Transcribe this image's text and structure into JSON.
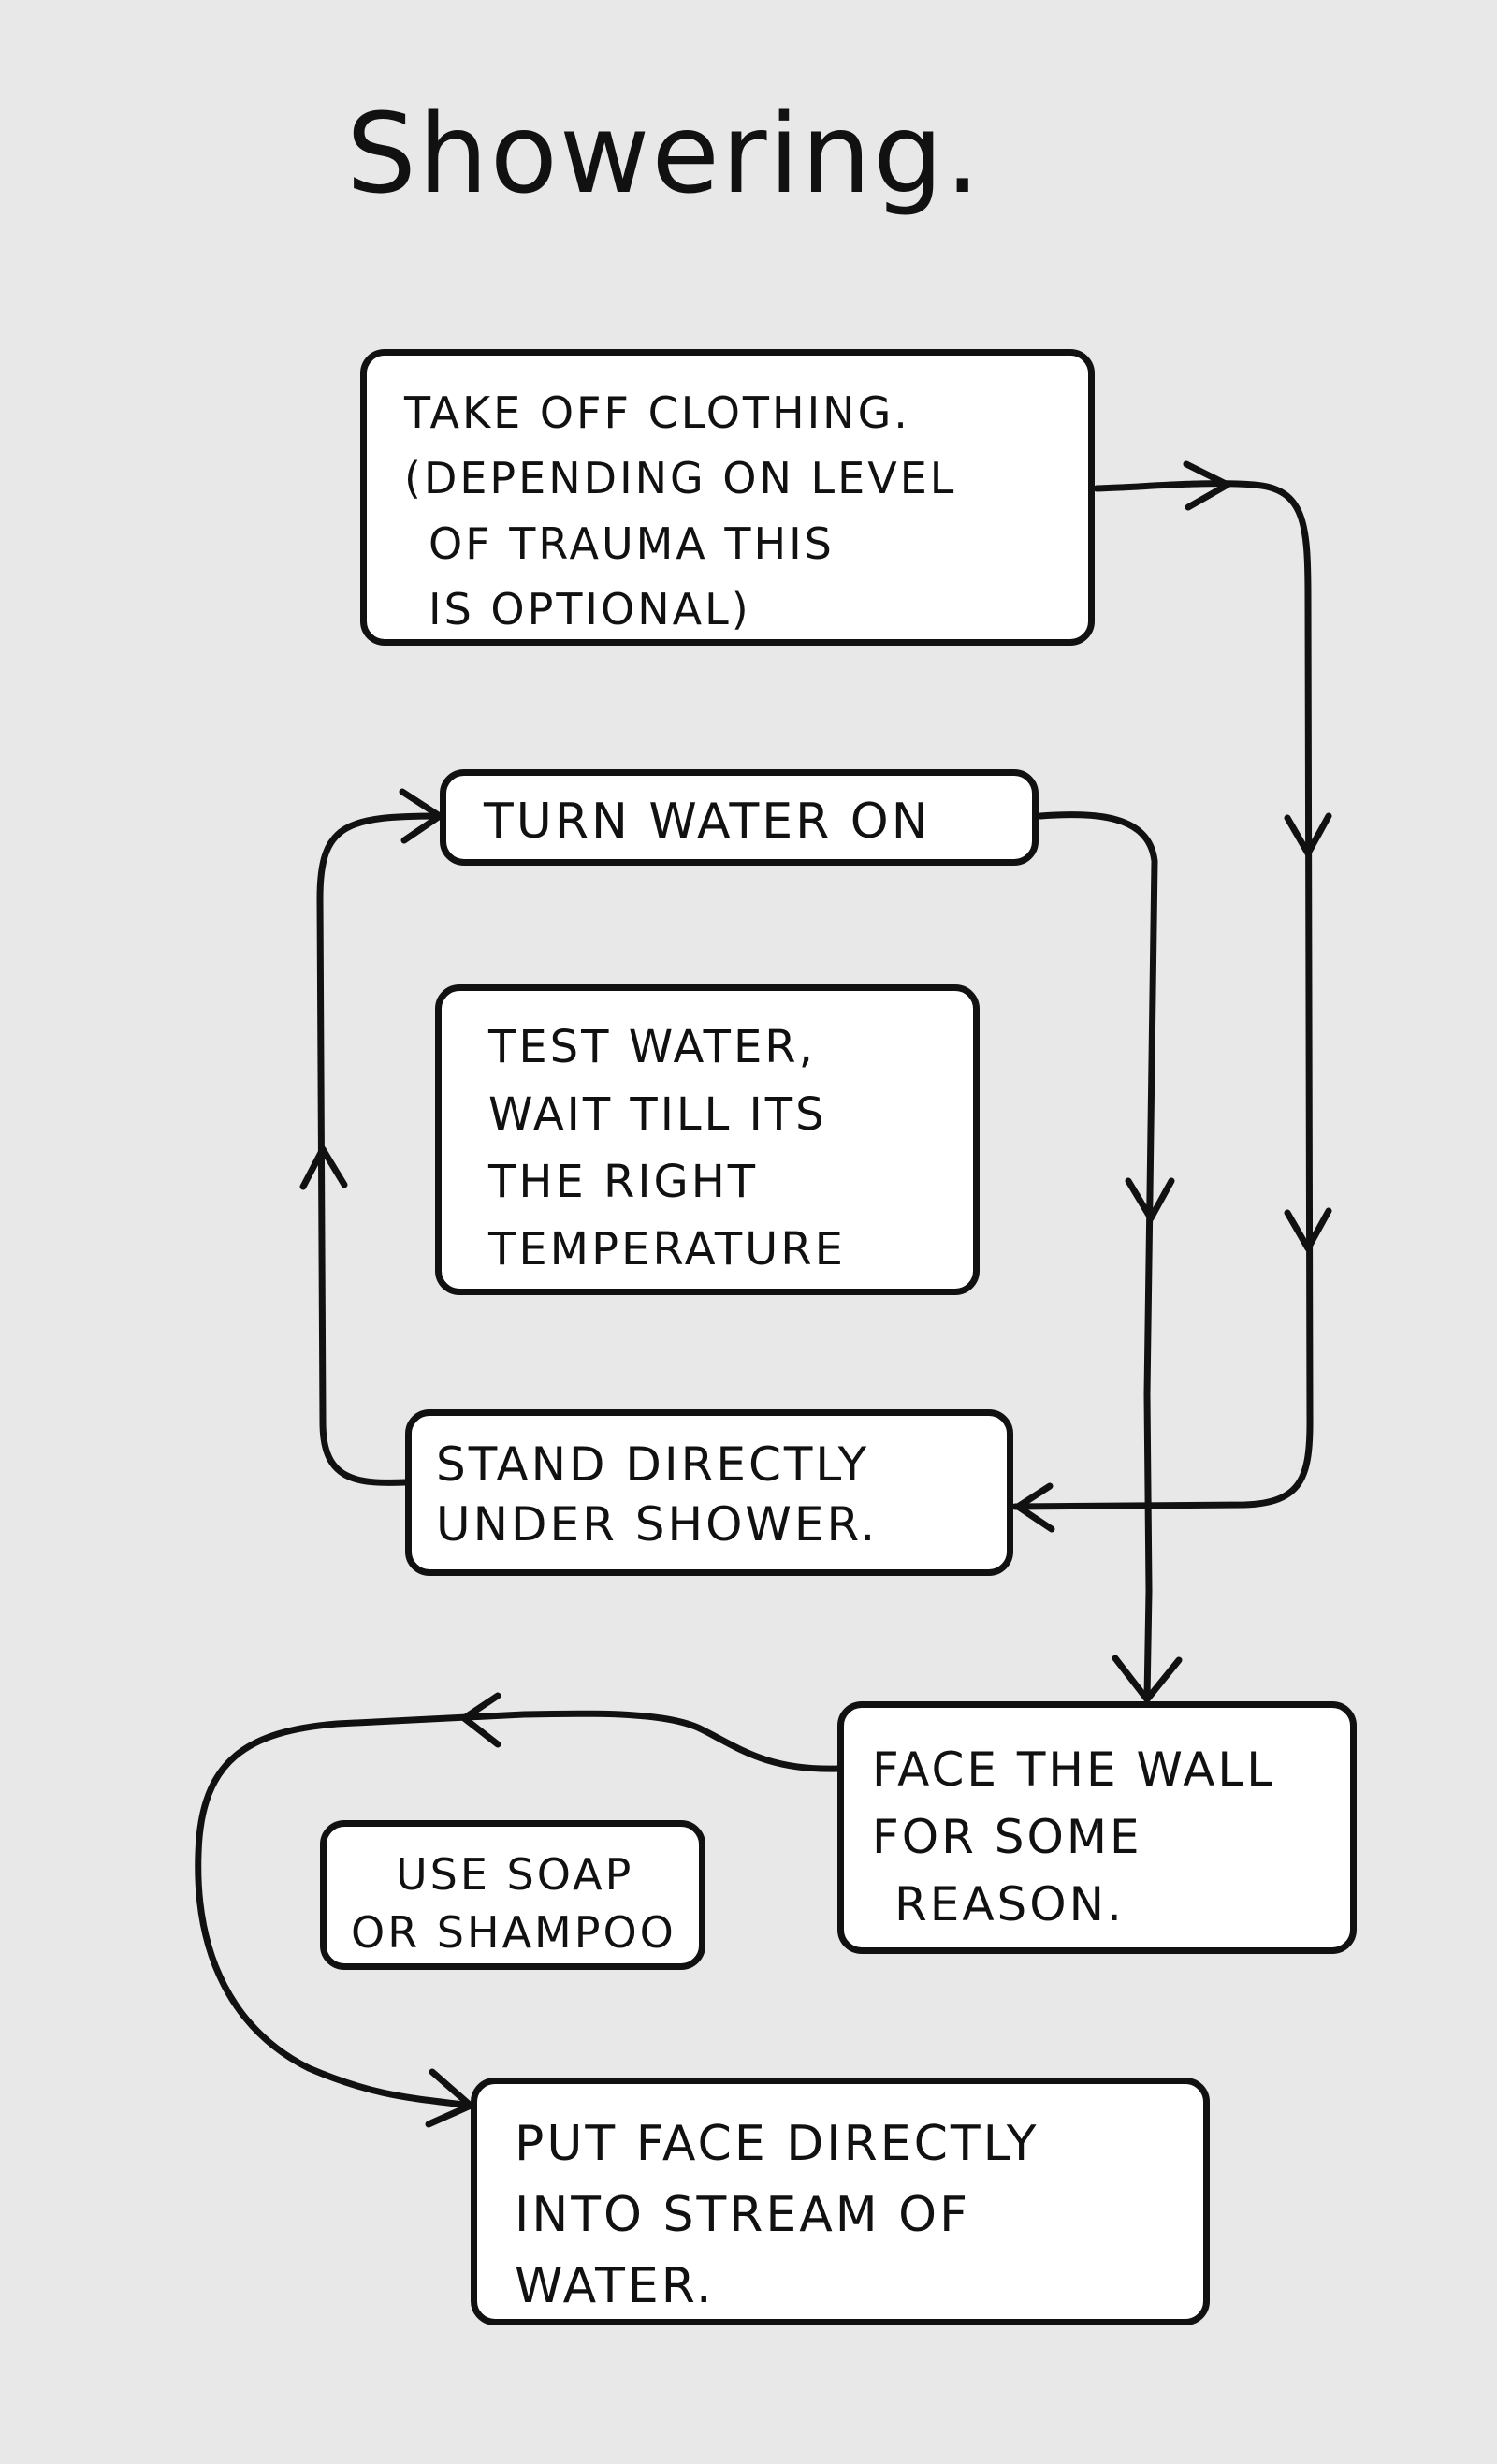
{
  "title": "Showering.",
  "nodes": {
    "take_off": {
      "lines": [
        "Take off clothing.",
        "(depending on level",
        "of trauma this",
        "is optional)"
      ]
    },
    "turn_on": {
      "lines": [
        "Turn water on"
      ]
    },
    "test_water": {
      "lines": [
        "Test water,",
        "wait till its",
        "the right",
        "temperature"
      ]
    },
    "stand": {
      "lines": [
        "Stand directly",
        "under shower."
      ]
    },
    "face_wall": {
      "lines": [
        "Face the wall",
        "for some",
        "reason."
      ]
    },
    "soap": {
      "lines": [
        "Use soap",
        "or shampoo"
      ]
    },
    "put_face": {
      "lines": [
        "Put face directly",
        "into stream of",
        "water."
      ]
    }
  },
  "colors": {
    "background": "#e8e8e8",
    "box_fill": "#ffffff",
    "ink": "#111111"
  }
}
